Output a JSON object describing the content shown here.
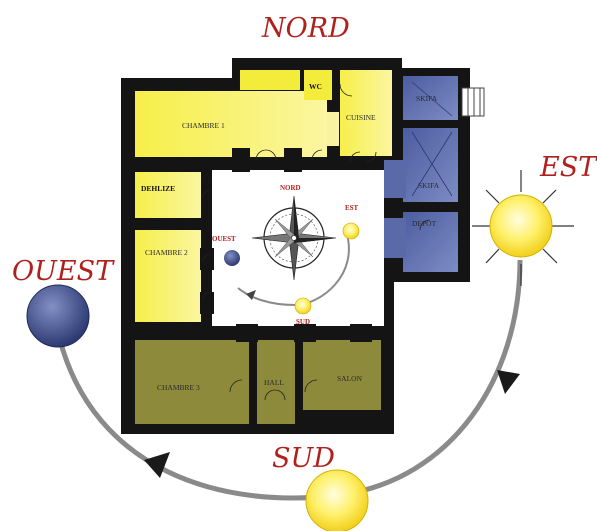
{
  "directions": {
    "nord": "NORD",
    "est": "EST",
    "ouest": "OUEST",
    "sud": "SUD"
  },
  "compass": {
    "nord": "NORD",
    "est": "EST",
    "ouest": "OUEST",
    "sud": "SUD"
  },
  "rooms": {
    "wc": "WC",
    "cuisine": "CUISINE",
    "chambre1": "CHAMBRE 1",
    "dehlize": "DEHLIZE",
    "chambre2": "CHAMBRE 2",
    "chambre3": "CHAMBRE 3",
    "hall": "HALL",
    "salon": "SALON",
    "skifa1": "SKIFA",
    "skifa2": "SKIFA",
    "depot": "DEPOT"
  },
  "colors": {
    "wall": "#141414",
    "room_yellow": "#f4ec3a",
    "room_olive": "#8e8a3c",
    "room_blue": "#3f4f8e",
    "courtyard": "#ffffff",
    "sun": "#ffe94a",
    "moon_blue": "#48558f",
    "arc": "#8a8a8a",
    "label_red": "#b0201c"
  },
  "icons": {
    "sun_east": "sun-icon",
    "sun_south": "sun-icon",
    "sun_west": "setting-sun-icon",
    "compass": "compass-rose-icon"
  }
}
